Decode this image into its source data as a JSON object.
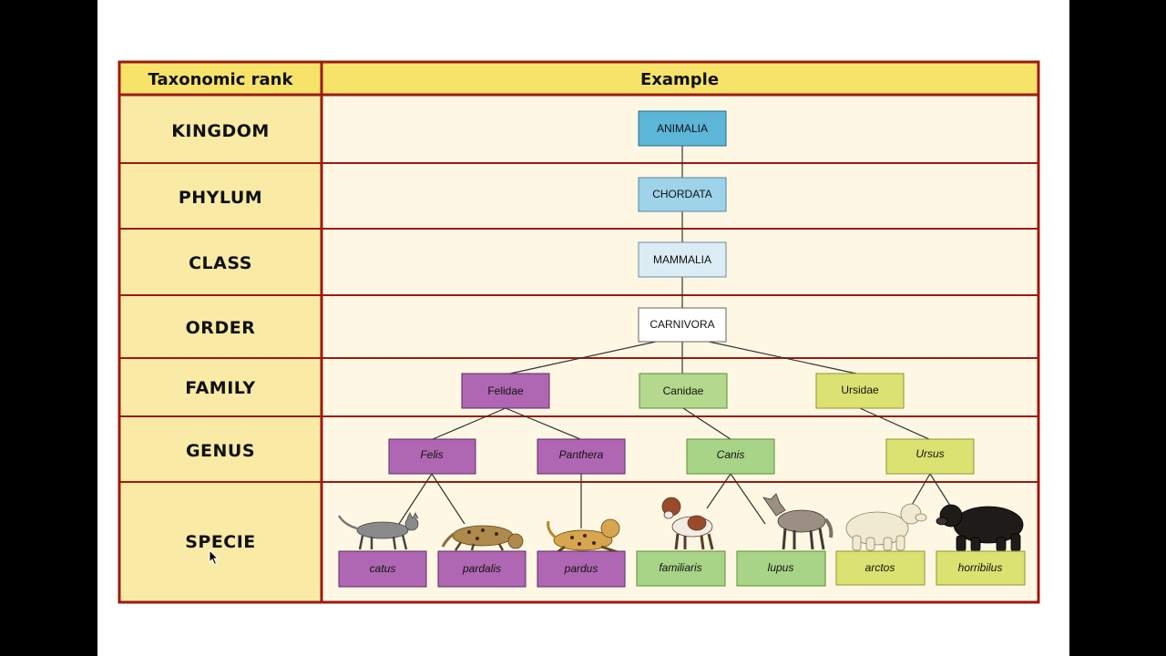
{
  "table": {
    "header_rank": "Taxonomic rank",
    "header_example": "Example",
    "ranks": [
      "KINGDOM",
      "PHYLUM",
      "CLASS",
      "ORDER",
      "FAMILY",
      "GENUS",
      "SPECIE"
    ]
  },
  "colors": {
    "border": "#9c1a10",
    "header_bg": "#f7e36a",
    "rank_bg": "#f9eaa6",
    "example_bg": "#fdf7e3",
    "slide_bg": "#ffffff",
    "letterbox": "#000000"
  },
  "taxa": {
    "kingdom": {
      "label": "ANIMALIA",
      "color": "#5cb6d8"
    },
    "phylum": {
      "label": "CHORDATA",
      "color": "#9fd3ea"
    },
    "class": {
      "label": "MAMMALIA",
      "color": "#dcecf4"
    },
    "order": {
      "label": "CARNIVORA",
      "color": "#ffffff"
    },
    "families": [
      {
        "label": "Felidae",
        "color": "#b067b3"
      },
      {
        "label": "Canidae",
        "color": "#b4d98e"
      },
      {
        "label": "Ursidae",
        "color": "#dbe272"
      }
    ],
    "genera": [
      {
        "label": "Felis",
        "color": "#b067b3"
      },
      {
        "label": "Panthera",
        "color": "#b067b3"
      },
      {
        "label": "Canis",
        "color": "#a8d488"
      },
      {
        "label": "Ursus",
        "color": "#dbe272"
      }
    ],
    "species": [
      {
        "label": "catus",
        "color": "#b067b3",
        "animal": "domestic-cat"
      },
      {
        "label": "pardalis",
        "color": "#b067b3",
        "animal": "ocelot"
      },
      {
        "label": "pardus",
        "color": "#b067b3",
        "animal": "leopard"
      },
      {
        "label": "familiaris",
        "color": "#a8d488",
        "animal": "dog"
      },
      {
        "label": "lupus",
        "color": "#a8d488",
        "animal": "wolf"
      },
      {
        "label": "arctos",
        "color": "#dbe272",
        "animal": "polar-bear"
      },
      {
        "label": "horribilus",
        "color": "#dbe272",
        "animal": "black-bear"
      }
    ]
  },
  "cursor_icon": "arrow-cursor-icon"
}
